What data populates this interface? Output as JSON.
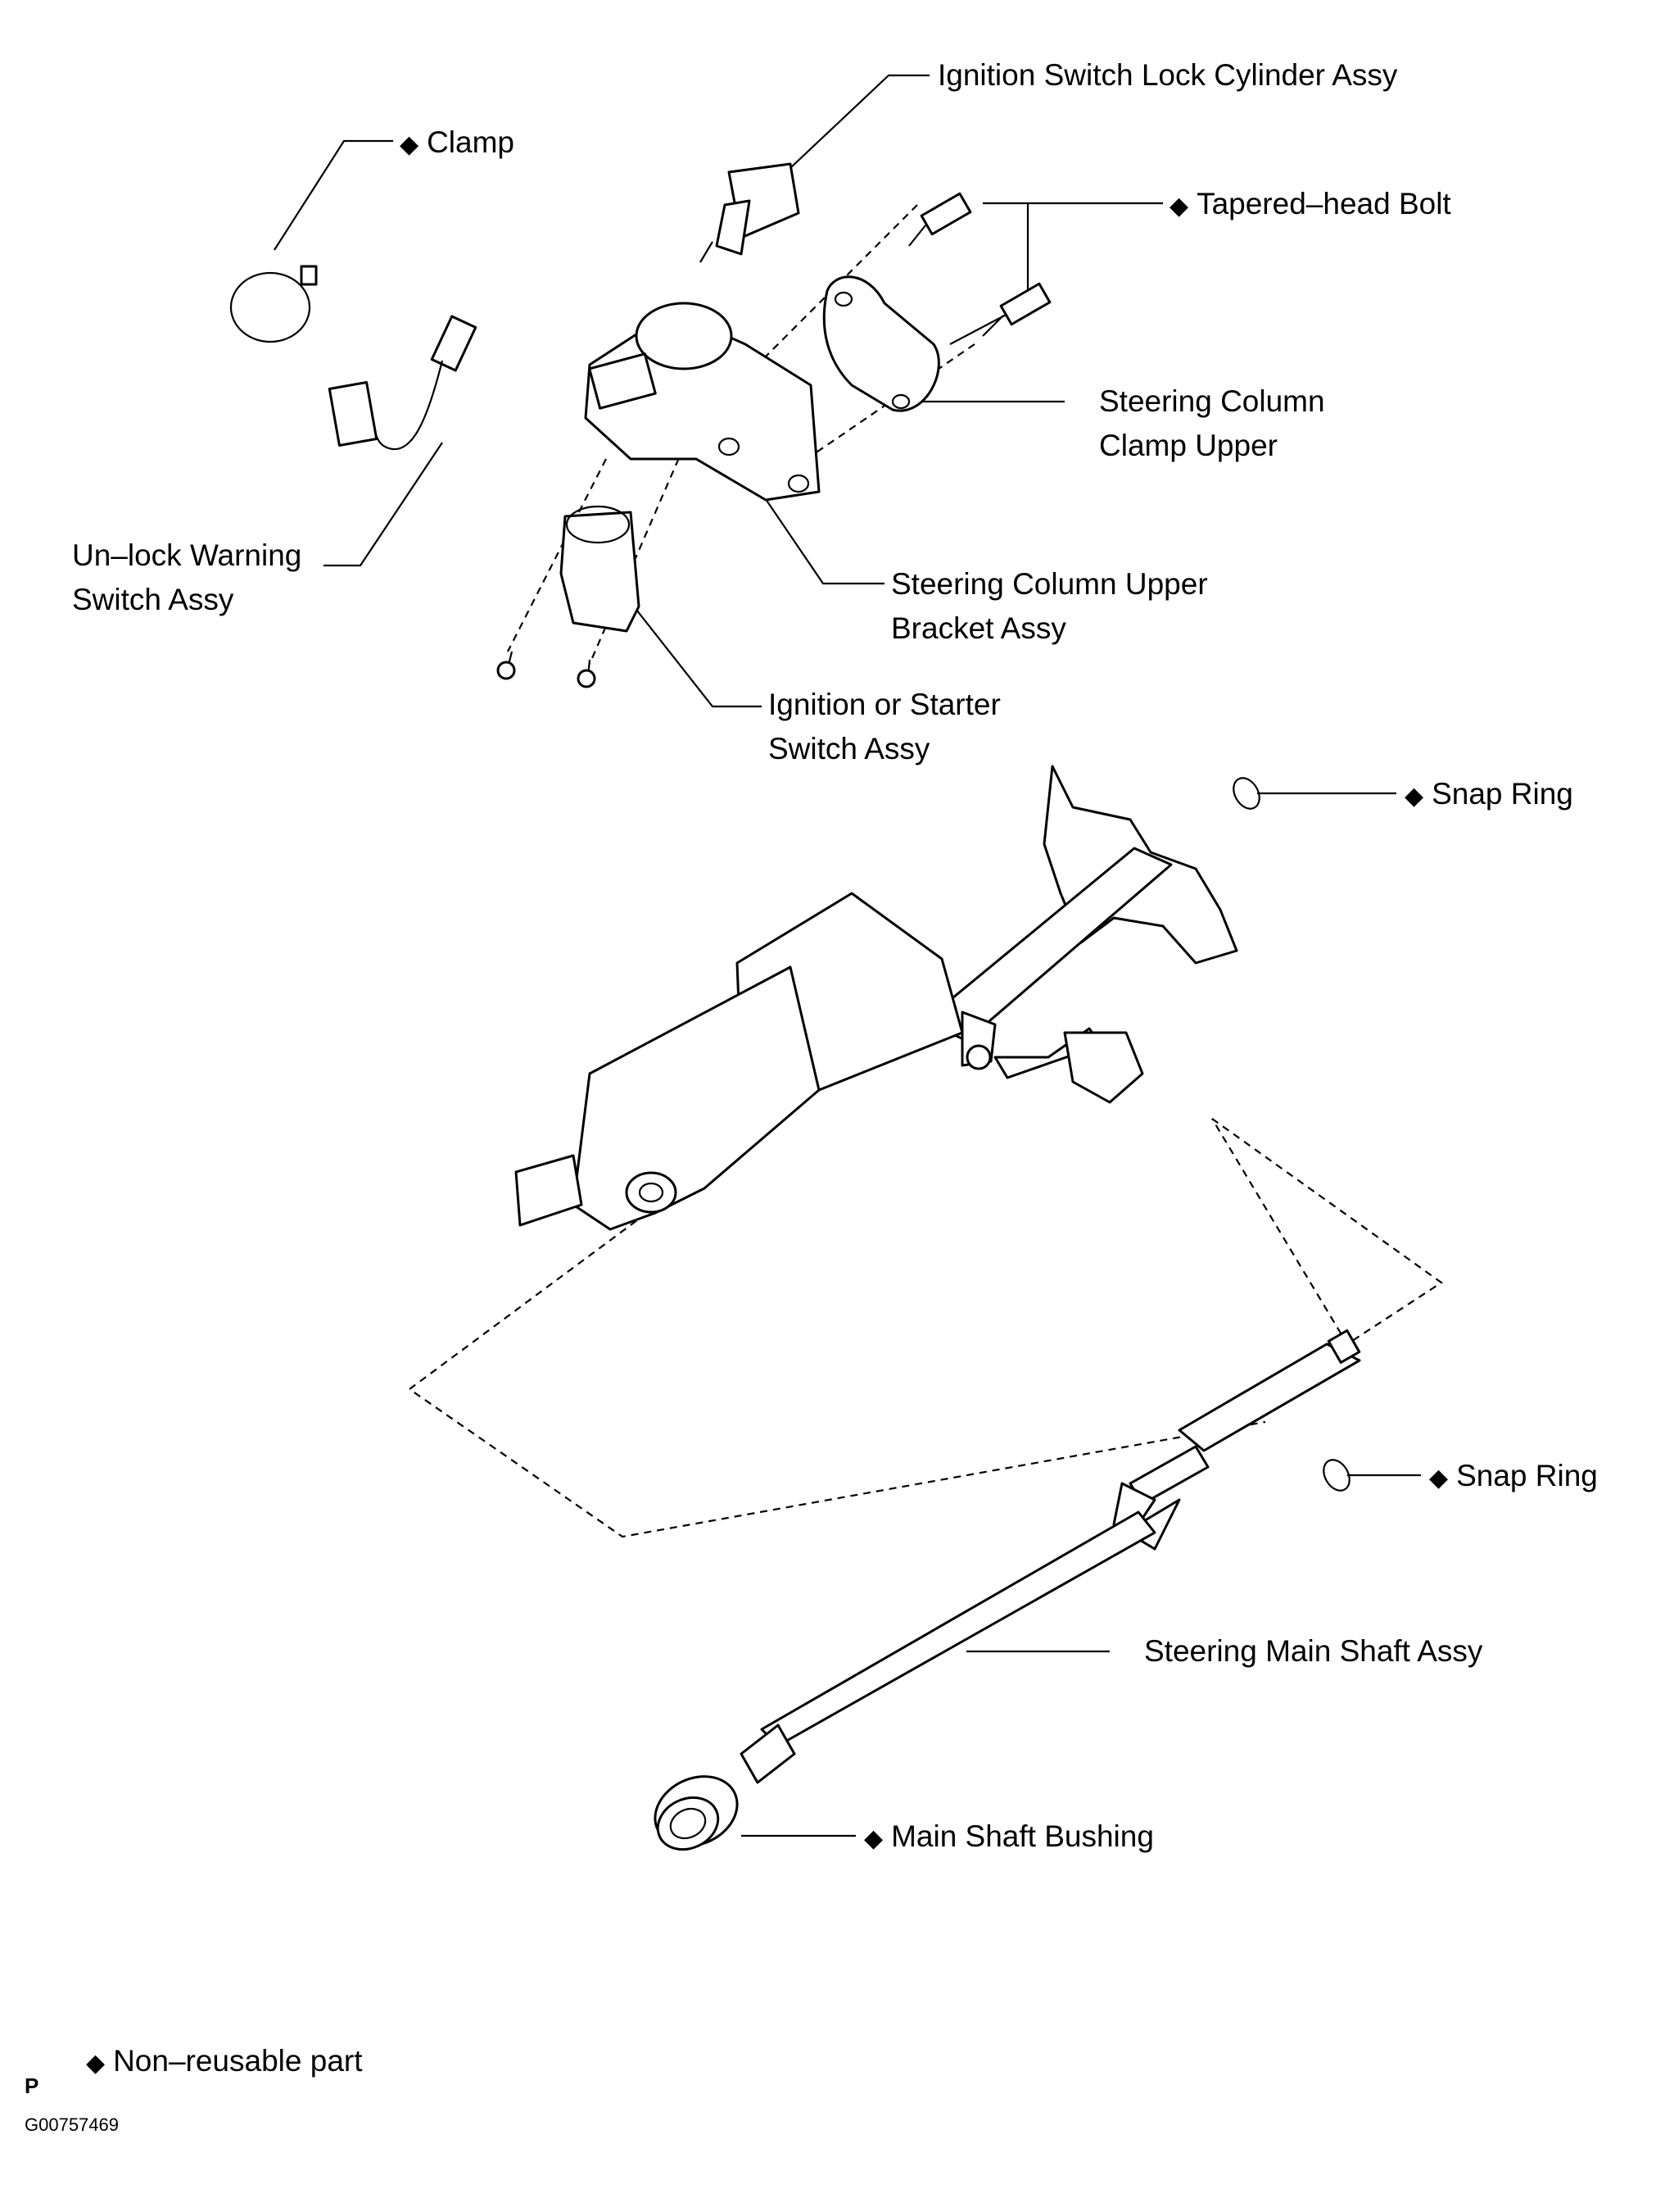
{
  "labels": {
    "ignition_lock_cylinder": "Ignition Switch Lock Cylinder Assy",
    "clamp": "Clamp",
    "tapered_bolt": "Tapered–head Bolt",
    "column_clamp_upper_l1": "Steering Column",
    "column_clamp_upper_l2": "Clamp Upper",
    "unlock_warning_l1": "Un–lock Warning",
    "unlock_warning_l2": "Switch Assy",
    "upper_bracket_l1": "Steering  Column  Upper",
    "upper_bracket_l2": "Bracket Assy",
    "ignition_starter_l1": "Ignition or Starter",
    "ignition_starter_l2": "Switch Assy",
    "snap_ring_1": "Snap Ring",
    "snap_ring_2": "Snap Ring",
    "main_shaft": "Steering Main Shaft Assy",
    "main_shaft_bushing": "Main Shaft Bushing"
  },
  "legend": {
    "symbol": "◆",
    "text": "Non–reusable part"
  },
  "footer": {
    "page_mark": "P",
    "figure_code": "G00757469"
  }
}
